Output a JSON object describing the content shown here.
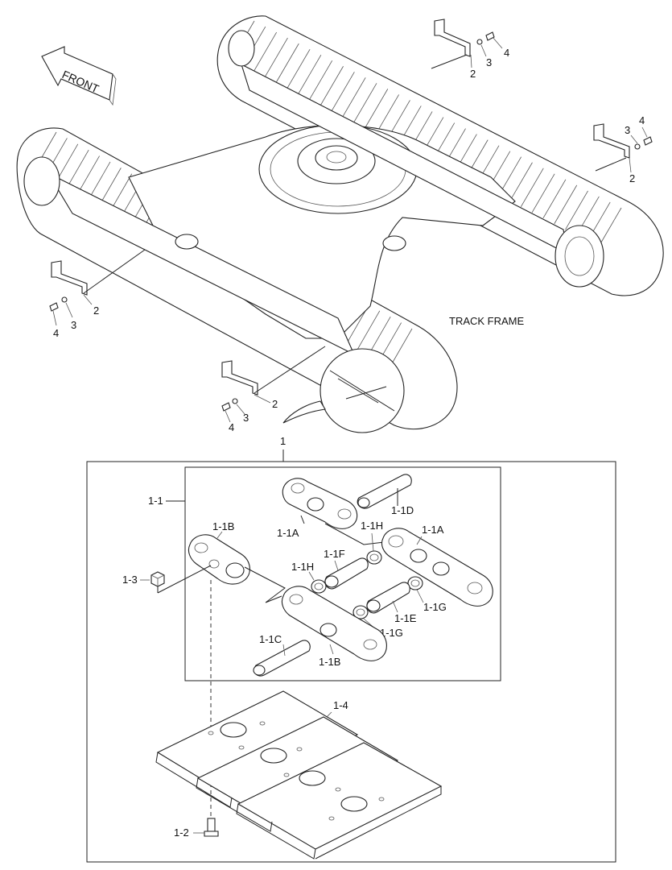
{
  "direction_label": "FRONT",
  "assembly_label": "TRACK FRAME",
  "callouts": {
    "guard_top_right": {
      "part": "2",
      "washer": "3",
      "bolt": "4"
    },
    "guard_right": {
      "part": "2",
      "washer": "3",
      "bolt": "4"
    },
    "guard_left": {
      "part": "2",
      "washer": "3",
      "bolt": "4"
    },
    "guard_bottom": {
      "part": "2",
      "washer": "3",
      "bolt": "4"
    },
    "track_chain": "1",
    "link_assembly": "1-1",
    "link_a_left": "1-1A",
    "link_a_right": "1-1A",
    "link_b_top": "1-1B",
    "link_b_bottom": "1-1B",
    "pin_c": "1-1C",
    "pin_d": "1-1D",
    "bushing_e": "1-1E",
    "bushing_f": "1-1F",
    "seal_g_right": "1-1G",
    "seal_g_left": "1-1G",
    "seal_h_right": "1-1H",
    "seal_h_left": "1-1H",
    "nut_3": "1-3",
    "bolt_2": "1-2",
    "shoe_4": "1-4"
  }
}
